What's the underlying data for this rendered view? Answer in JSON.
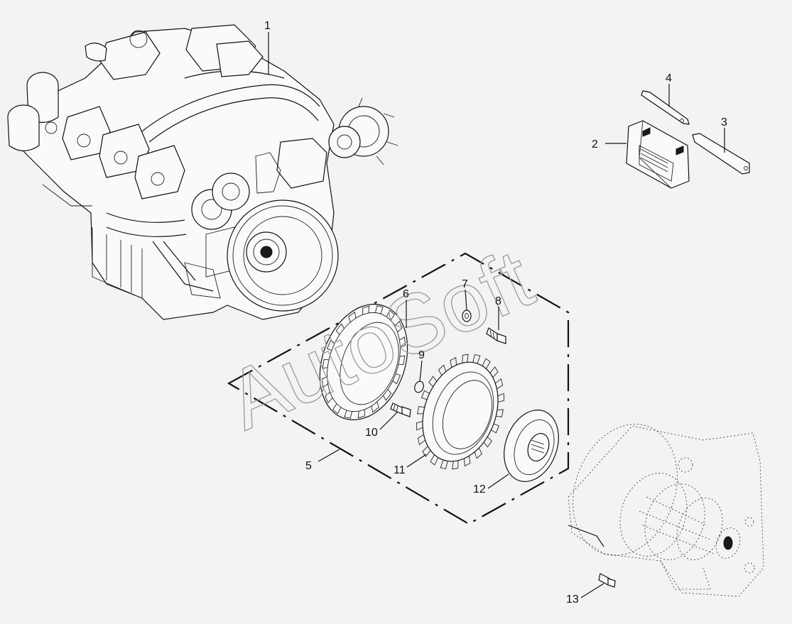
{
  "watermark": "AutoSoft",
  "callouts": [
    {
      "id": "1",
      "text": "1"
    },
    {
      "id": "2",
      "text": "2"
    },
    {
      "id": "3",
      "text": "3"
    },
    {
      "id": "4",
      "text": "4"
    },
    {
      "id": "5",
      "text": "5"
    },
    {
      "id": "6",
      "text": "6"
    },
    {
      "id": "7",
      "text": "7"
    },
    {
      "id": "8",
      "text": "8"
    },
    {
      "id": "9",
      "text": "9"
    },
    {
      "id": "10",
      "text": "10"
    },
    {
      "id": "11",
      "text": "11"
    },
    {
      "id": "12",
      "text": "12"
    },
    {
      "id": "13",
      "text": "13"
    }
  ]
}
